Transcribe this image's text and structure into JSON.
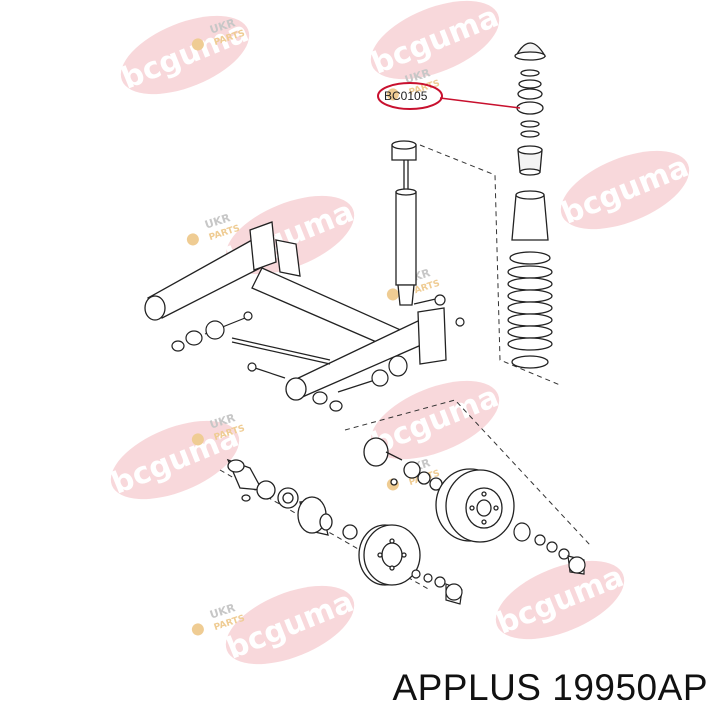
{
  "diagram": {
    "callout_part_code": "BC0105",
    "accent_color": "#c8102e"
  },
  "watermarks": {
    "brand_text": "bcguma",
    "seal_text_top": "UKR",
    "seal_text_bottom": "PARTS",
    "brand_color": "#f2b8bd"
  },
  "footer": {
    "label": "APPLUS 19950AP"
  }
}
